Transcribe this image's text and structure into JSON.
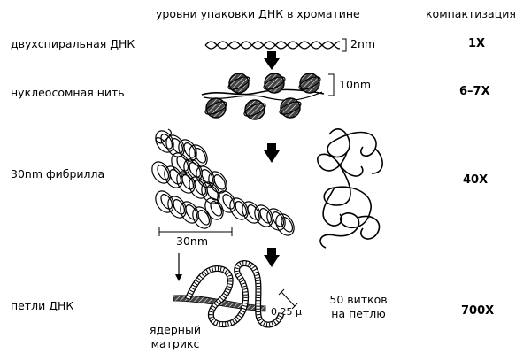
{
  "header": {
    "title": "уровни упаковки ДНК в хроматине",
    "compaction_title": "компактизация"
  },
  "levels": [
    {
      "label": "двухспиральная ДНК",
      "compaction": "1X"
    },
    {
      "label": "нуклеосомная нить",
      "compaction": "6–7X"
    },
    {
      "label": "30nm фибрилла",
      "compaction": "40X"
    },
    {
      "label": "петли ДНК",
      "compaction": "700X"
    }
  ],
  "dimensions": {
    "dna_width": "2nm",
    "nucleosome_width": "10nm",
    "fibril_width": "30nm",
    "loop_width": "0.25 μ"
  },
  "loop_note": {
    "line1": "50 витков",
    "line2": "на петлю"
  },
  "matrix_label": {
    "line1": "ядерный",
    "line2": "матрикс"
  }
}
